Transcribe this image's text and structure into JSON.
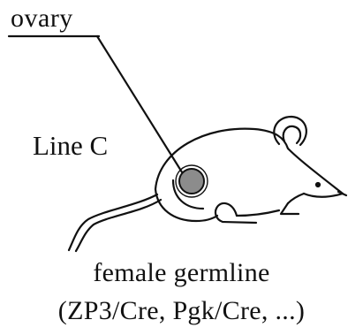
{
  "labels": {
    "organ": "ovary",
    "line": "Line C",
    "caption_line1": "female germline",
    "caption_line2": "(ZP3/Cre, Pgk/Cre, ...)"
  },
  "icons": {
    "animal": "mouse-icon",
    "organ": "ovary-icon"
  },
  "colors": {
    "ink": "#111111",
    "ovary_fill": "#8c8c8c",
    "background": "#ffffff"
  }
}
